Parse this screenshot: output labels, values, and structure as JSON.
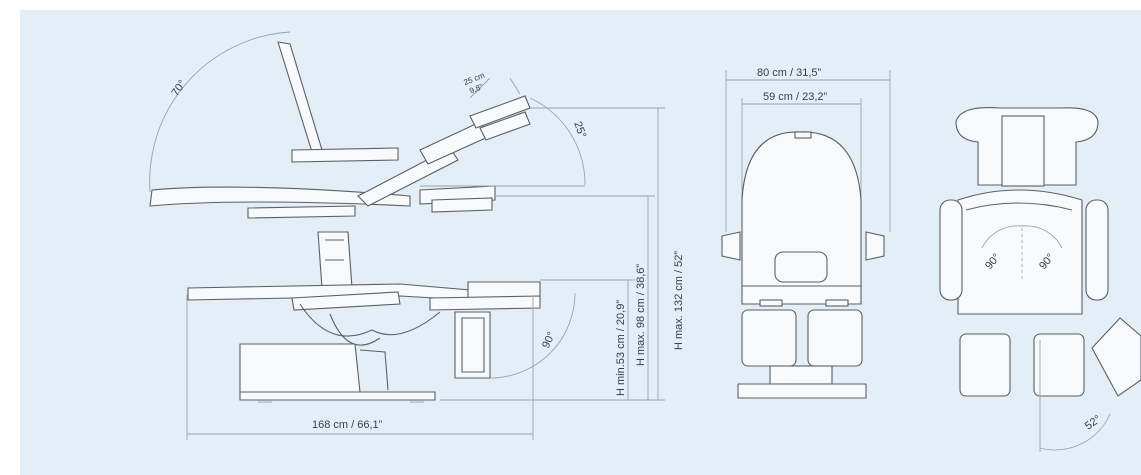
{
  "dimensions": {
    "length": "168 cm / 66,1”",
    "outer_width": "80 cm / 31,5”",
    "inner_width": "59 cm / 23,2”",
    "height_min": "H min.53 cm / 20,9”",
    "height_max_seat": "H max. 98 cm / 38,6”",
    "height_max_total": "H max. 132 cm / 52”",
    "legrest_extension_cm": "25 cm",
    "legrest_extension_in": "9,8”"
  },
  "angles": {
    "backrest": "70°",
    "seat_tilt": "25°",
    "legrest": "90°",
    "armrest_left": "90°",
    "armrest_right": "90°",
    "leg_split": "52°"
  }
}
